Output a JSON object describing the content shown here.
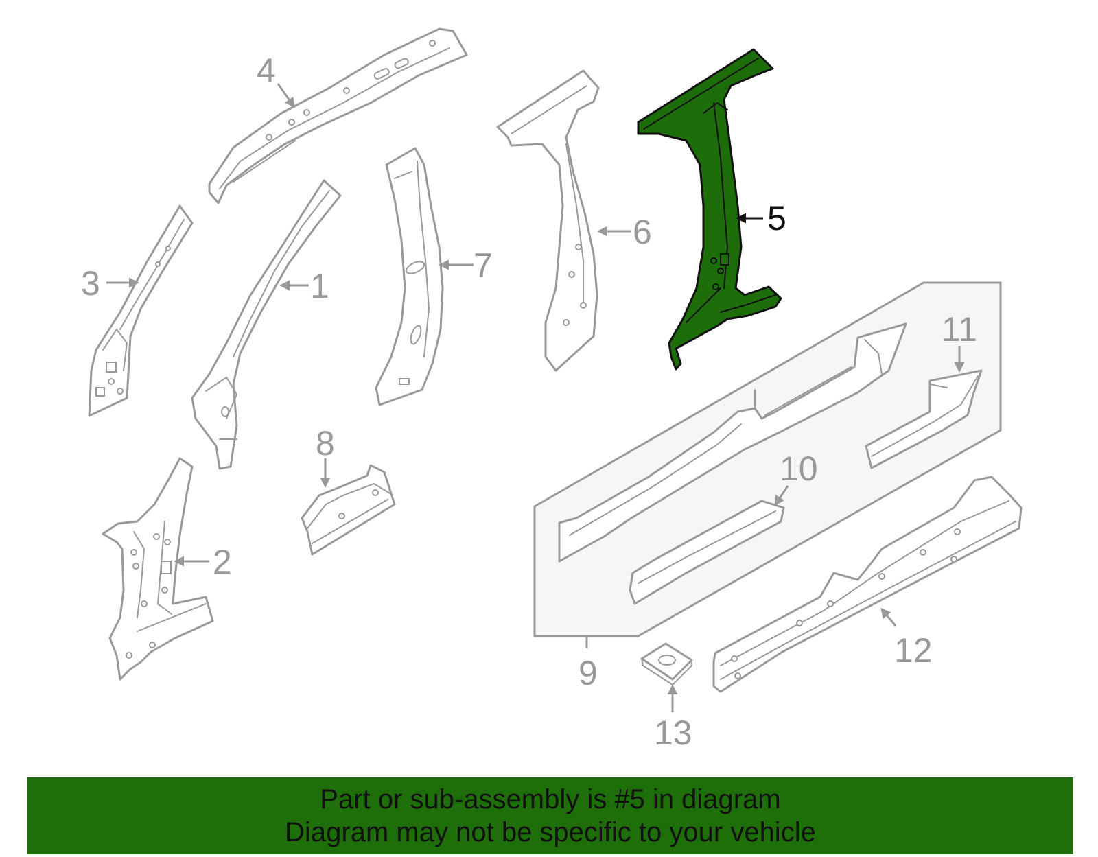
{
  "colors": {
    "highlight": "#1d6e0a",
    "banner_bg": "#1e6e0a",
    "outline": "#999999",
    "selected_outline": "#111111"
  },
  "callouts": {
    "c1": "1",
    "c2": "2",
    "c3": "3",
    "c4": "4",
    "c5": "5",
    "c6": "6",
    "c7": "7",
    "c8": "8",
    "c9": "9",
    "c10": "10",
    "c11": "11",
    "c12": "12",
    "c13": "13"
  },
  "selected_part": "5",
  "banner": {
    "line1": "Part or sub-assembly is #5 in diagram",
    "line2": "Diagram may not be specific to your vehicle"
  }
}
